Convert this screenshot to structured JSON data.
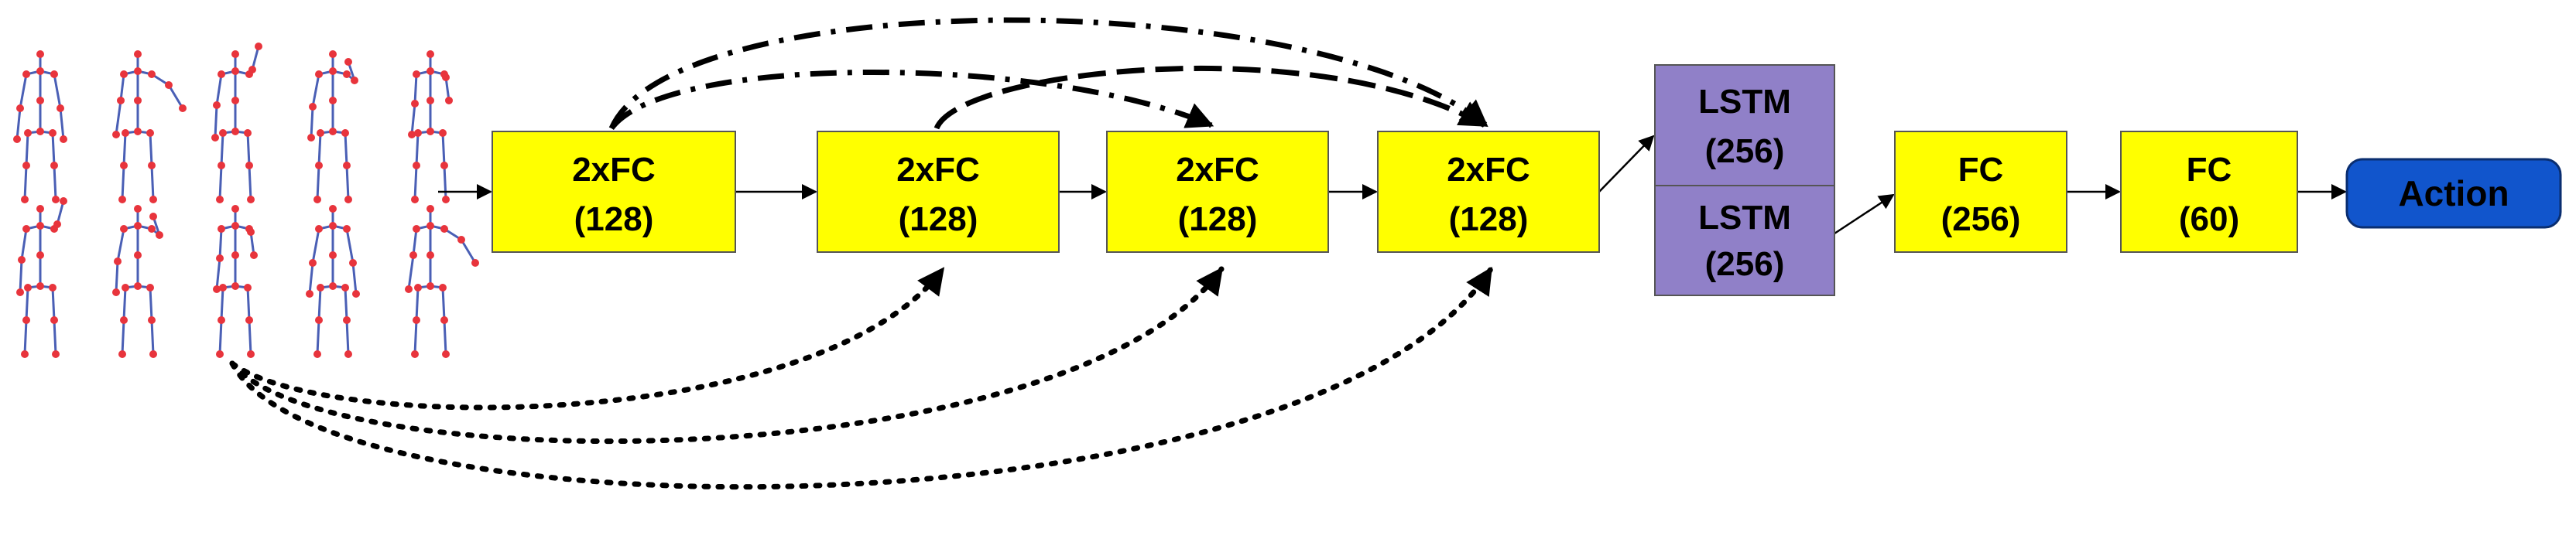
{
  "colors": {
    "fc_fill": "#ffff00",
    "lstm_fill": "#9080c8",
    "action_fill": "#1155cc",
    "skeleton_bone": "#4a5fb5",
    "skeleton_joint": "#e8343c"
  },
  "blocks": {
    "fc1": {
      "line1": "2xFC",
      "line2": "(128)"
    },
    "fc2": {
      "line1": "2xFC",
      "line2": "(128)"
    },
    "fc3": {
      "line1": "2xFC",
      "line2": "(128)"
    },
    "fc4": {
      "line1": "2xFC",
      "line2": "(128)"
    },
    "lstm1": {
      "line1": "LSTM",
      "line2": "(256)"
    },
    "lstm2": {
      "line1": "LSTM",
      "line2": "(256)"
    },
    "fc5": {
      "line1": "FC",
      "line2": "(256)"
    },
    "fc6": {
      "line1": "FC",
      "line2": "(60)"
    },
    "action": {
      "label": "Action"
    }
  },
  "skeleton_image": {
    "rows": 2,
    "cols": 5,
    "icon": "skeleton-sequence-icon"
  }
}
